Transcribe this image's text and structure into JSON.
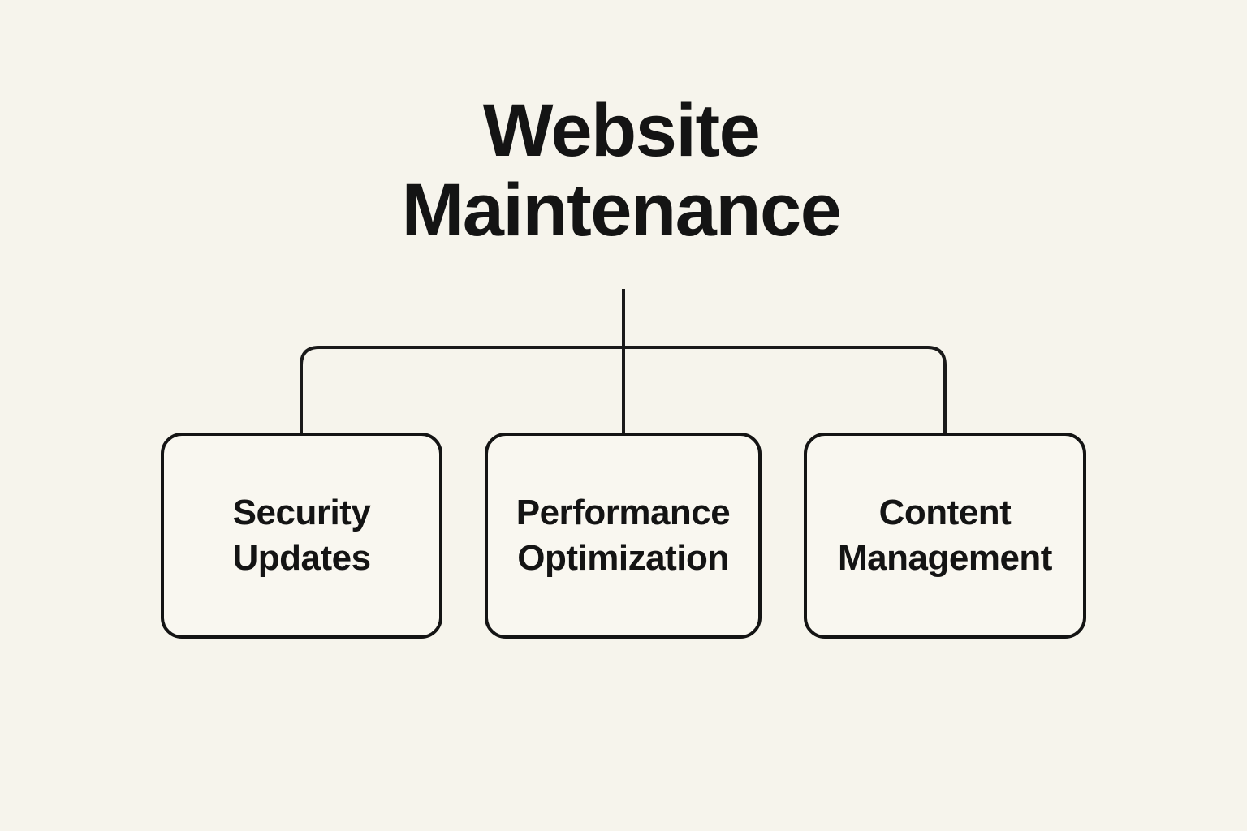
{
  "page": {
    "background_color": "#f6f4ec",
    "line_color": "#1a1a1a",
    "text_color": "#141414",
    "node_fill_color": "#f9f7f0"
  },
  "diagram": {
    "type": "tree",
    "title": "Website\nMaintenance",
    "root": "Website Maintenance",
    "nodes": [
      {
        "id": "security-updates",
        "label": "Security\nUpdates",
        "label_text": "Security Updates"
      },
      {
        "id": "performance-optimization",
        "label": "Performance\nOptimization",
        "label_text": "Performance Optimization"
      },
      {
        "id": "content-management",
        "label": "Content\nManagement",
        "label_text": "Content Management"
      }
    ],
    "edges": [
      {
        "from": "Website Maintenance",
        "to": "Security Updates"
      },
      {
        "from": "Website Maintenance",
        "to": "Performance Optimization"
      },
      {
        "from": "Website Maintenance",
        "to": "Content Management"
      }
    ]
  }
}
